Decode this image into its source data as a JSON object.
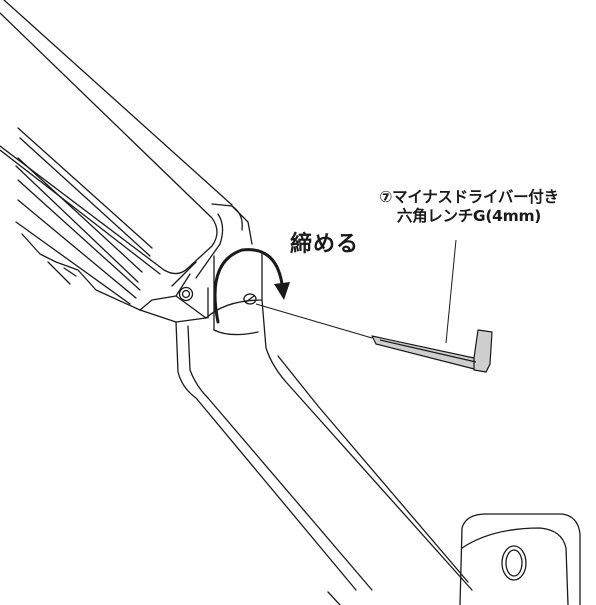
{
  "labels": {
    "tool_line1": "⑦マイナスドライバー付き",
    "tool_line2": "六角レンチG(4mm)",
    "tighten": "締める"
  },
  "colors": {
    "line": "#1a1a1a",
    "shade": "#cfcfcf",
    "background": "#ffffff"
  },
  "icons": {
    "rotation": "clockwise-arrow-icon",
    "tool": "hex-wrench-icon"
  }
}
